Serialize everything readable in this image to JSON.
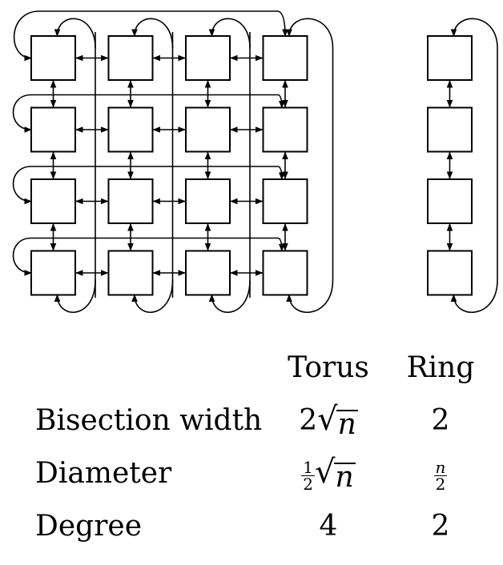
{
  "grid": {
    "rows": 4,
    "cols": 4
  },
  "ring": {
    "nodes": 4
  },
  "table": {
    "headers": {
      "torus": "Torus",
      "ring": "Ring"
    },
    "rows": [
      {
        "label": "Bisection width",
        "torus": {
          "coef": "2",
          "sqrt": "n"
        },
        "ring": "2"
      },
      {
        "label": "Diameter",
        "torus": {
          "frac_num": "1",
          "frac_den": "2",
          "sqrt": "n"
        },
        "ring": {
          "frac_num": "n",
          "frac_den": "2"
        }
      },
      {
        "label": "Degree",
        "torus": "4",
        "ring": "2"
      }
    ]
  }
}
